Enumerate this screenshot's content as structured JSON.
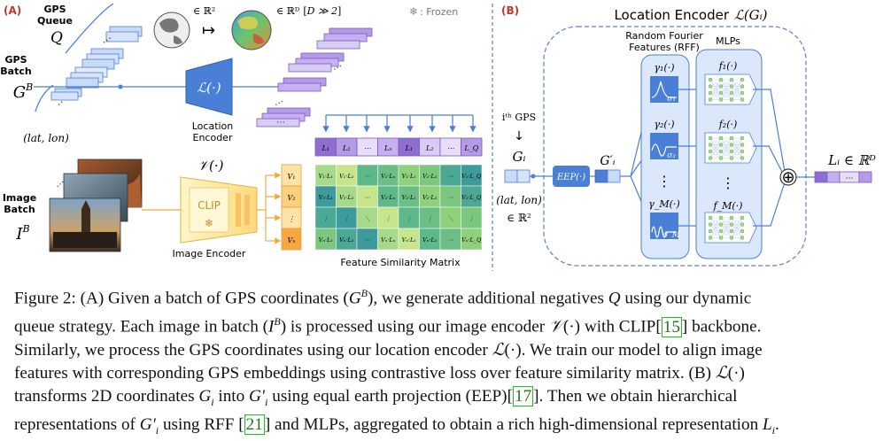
{
  "panelA": {
    "label": "(A)",
    "frozen": ": Frozen",
    "gps_queue": [
      "GPS",
      "Queue"
    ],
    "queue_symbol": "Q",
    "gps_batch": [
      "GPS",
      "Batch"
    ],
    "batch_symbol": "G",
    "batch_sup": "B",
    "latlon": "(lat, lon)",
    "r2": "∈ ℝ²",
    "rd": "∈ ℝᴰ",
    "rd_cond": "D ≫ 2",
    "maps_to": "↦",
    "loc_symbol": "ℒ(·)",
    "loc_encoder": [
      "Location",
      "Encoder"
    ],
    "img_symbol": "𝒱(·)",
    "clip": "CLIP",
    "img_encoder": "Image Encoder",
    "image_batch": [
      "Image",
      "Batch"
    ],
    "img_batch_symbol": "I",
    "img_batch_sup": "B",
    "dots": "⋯",
    "vdots": "⋮",
    "l_labels": [
      "L₁",
      "L₂",
      "⋯",
      "Lₙ",
      "L₁",
      "L₂",
      "⋯",
      "L_Q"
    ],
    "v_labels": [
      "V₁",
      "V₂",
      "⋮",
      "Vₙ"
    ],
    "matrix_rows": [
      [
        "V₁·L₁",
        "V₁·L₂",
        "⋯",
        "V₁·Lₙ",
        "V₁·L₁",
        "V₁·L₂",
        "⋯",
        "V₁·L_Q"
      ],
      [
        "V₂·L₁",
        "V₂·L₂",
        "⋯",
        "V₂·Lₙ",
        "V₂·L₁",
        "V₂·L₂",
        "⋯",
        "V₂·L_Q"
      ],
      [
        "⋮",
        "⋮",
        "⋱",
        "⋮",
        "⋮",
        "⋮",
        "⋱",
        "⋮"
      ],
      [
        "Vₙ·L₁",
        "Vₙ·L₂",
        "⋯",
        "Vₙ·Lₙ",
        "Vₙ·L₁",
        "Vₙ·L₂",
        "⋯",
        "Vₙ·L_Q"
      ]
    ],
    "matrix_title": "Feature Similarity Matrix"
  },
  "panelB": {
    "label": "(B)",
    "title": "Location Encoder",
    "title_symbol": "ℒ(Gᵢ)",
    "rff": [
      "Random Fourier",
      "Features (RFF)"
    ],
    "mlps": "MLPs",
    "ith_gps": "iᵗʰ GPS",
    "down_arrow": "↓",
    "gi": "Gᵢ",
    "gi_prime": "G′ᵢ",
    "latlon": "(lat, lon)",
    "r2": "∈ ℝ²",
    "eep": "EEP(·)",
    "gammas": [
      "γ₁(·)",
      "γ₂(·)",
      "γ_M(·)"
    ],
    "sigmas": [
      "σ₁",
      "σ₂",
      "σ_M"
    ],
    "fs": [
      "f₁(·)",
      "f₂(·)",
      "f_M(·)"
    ],
    "vdots": "⋮",
    "oplus": "⊕",
    "li": "Lᵢ ∈ ℝᴰ",
    "dots": "⋯"
  },
  "caption": {
    "lines": [
      "Figure 2: (A) Given a batch of GPS coordinates (G^B), we generate additional negatives Q using our dynamic",
      "queue strategy. Each image in batch (I^B) is processed using our image encoder 𝒱(·) with CLIP[15] backbone.",
      "Similarly, we process the GPS coordinates using our location encoder ℒ(·). We train our model to align image",
      "features with corresponding GPS embeddings using contrastive loss over feature similarity matrix. (B) ℒ(·)",
      "transforms 2D coordinates Gᵢ into G′ᵢ using equal earth projection (EEP)[17]. Then we obtain hierarchical",
      "representations of G′ᵢ using RFF [21] and MLPs, aggregated to obtain a rich high-dimensional representation Lᵢ."
    ]
  },
  "colors": {
    "blue": "#4a7fd6",
    "light_blue": "#c9daf8",
    "purple": "#8e6fd0",
    "light_purple": "#d9ccf3",
    "orange": "#f2a93b",
    "yellow": "#fff2b3",
    "green": "#7cc77e",
    "teal": "#3d9b9b",
    "dashed": "#5a7fc2"
  }
}
